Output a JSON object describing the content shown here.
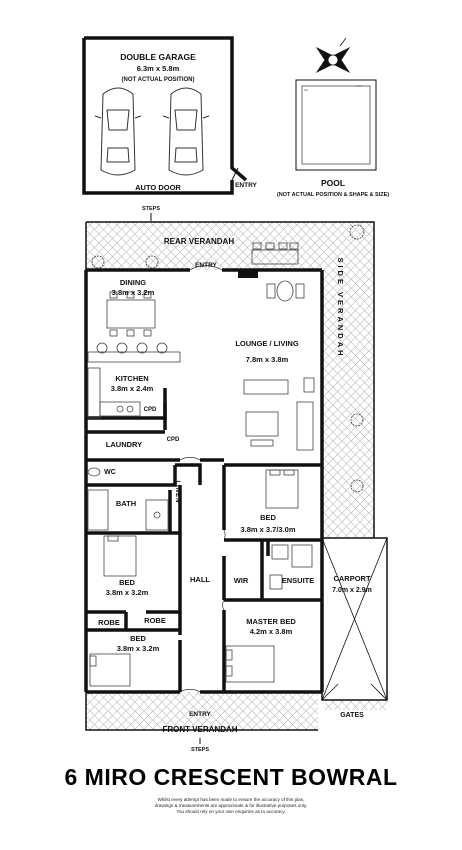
{
  "plan": {
    "rooms": {
      "double_garage": {
        "name": "DOUBLE GARAGE",
        "size": "6.3m x 5.8m",
        "note": "(NOT ACTUAL POSITION)"
      },
      "auto_door": "AUTO DOOR",
      "entry_garage": "ENTRY",
      "pool": {
        "name": "POOL",
        "note": "(NOT ACTUAL POSITION & SHAPE & SIZE)"
      },
      "steps_top": "STEPS",
      "rear_verandah": "REAR VERANDAH",
      "entry_rear": "ENTRY",
      "dining": {
        "name": "DINING",
        "size": "3.8m x 3.2m"
      },
      "lounge": {
        "name": "LOUNGE / LIVING",
        "size": "7.8m x 3.8m"
      },
      "side_verandah": "SIDE VERANDAH",
      "kitchen": {
        "name": "KITCHEN",
        "size": "3.8m x 2.4m"
      },
      "cpd_kitchen": "CPD",
      "cpd_hall": "CPD",
      "laundry": "LAUNDRY",
      "wc": "WC",
      "bath": "BATH",
      "linen": "LINEN",
      "bed_east": {
        "name": "BED",
        "size": "3.8m x 3.7/3.0m"
      },
      "bed_west": {
        "name": "BED",
        "size": "3.8m x 3.2m"
      },
      "hall": "HALL",
      "wir": "WIR",
      "ensuite": "ENSUITE",
      "carport": {
        "name": "CARPORT",
        "size": "7.0m x 2.9m"
      },
      "robe_left": "ROBE",
      "robe_right": "ROBE",
      "bed_sw": {
        "name": "BED",
        "size": "3.8m x 3.2m"
      },
      "master_bed": {
        "name": "MASTER BED",
        "size": "4.2m x 3.8m"
      },
      "gates": "GATES",
      "entry_front": "ENTRY",
      "front_verandah": "FRONT VERANDAH",
      "steps_bottom": "STEPS"
    },
    "colors": {
      "wall": "#111111",
      "hatch": "#b8b8b8",
      "furniture": "#555555"
    }
  },
  "title": "6 MIRO CRESCENT BOWRAL",
  "disclaimer": [
    "Whilst every attempt has been made to ensure the accuracy of this plan,",
    "drawings & measurements are approximate & for illustrative purposes only.",
    "You should rely on your own enquiries as to accuracy."
  ]
}
